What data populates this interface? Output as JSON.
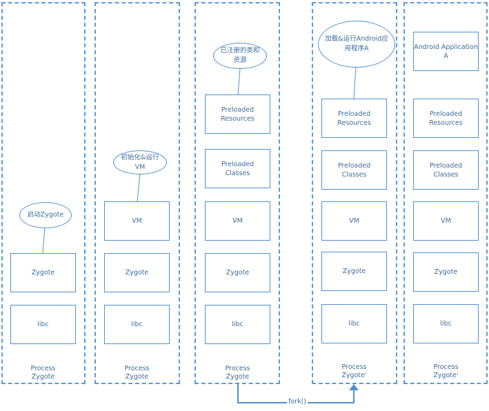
{
  "colors": {
    "border": "#5b9bd5",
    "text": "#3d6d99"
  },
  "columns": [
    {
      "footer": "Process\nZygote",
      "boxes": [
        "Zygote",
        "libc"
      ],
      "bubble": "启动Zygote"
    },
    {
      "footer": "Process\nZygote",
      "boxes": [
        "VM",
        "Zygote",
        "libc"
      ],
      "bubble": "初始化&运行\nVM"
    },
    {
      "footer": "Process\nZygote",
      "boxes": [
        "Preloaded\nResources",
        "Preloaded\nClasses",
        "VM",
        "Zygote",
        "libc"
      ],
      "bubble": "已注册的类和\n资源"
    },
    {
      "footer": "Process\nZygote'",
      "boxes": [
        "Preloaded\nResources",
        "Preloaded\nClasses",
        "VM",
        "Zygote",
        "libc"
      ],
      "bubble": "加载&运行Android应\n用程序A"
    },
    {
      "footer": "Process\nZygote'",
      "boxes": [
        "Android Application\nA",
        "Preloaded\nResources",
        "Preloaded\nClasses",
        "VM",
        "Zygote",
        "libc"
      ]
    }
  ],
  "fork_label": "fork()"
}
